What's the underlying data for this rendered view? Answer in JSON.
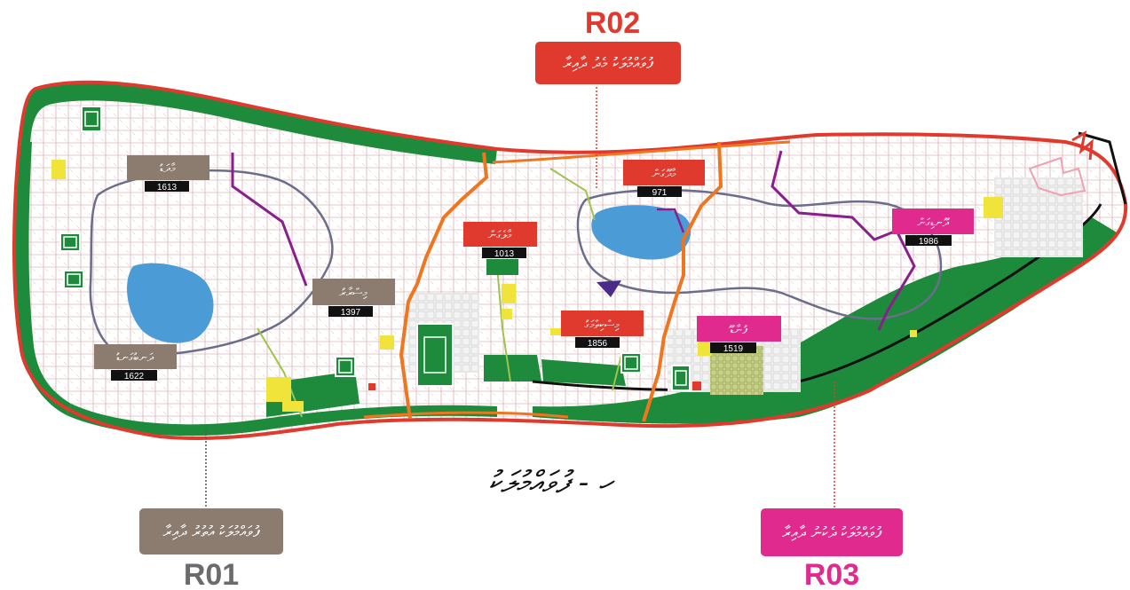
{
  "map_title": "ހ - ފުވައްމުލަކު",
  "regions": [
    {
      "code": "R01",
      "name": "ފުވައްމުލަކު އުތުރު ދާއިރާ",
      "color": "#8b7c6f"
    },
    {
      "code": "R02",
      "name": "ފުވައްމުލަކު މެދު ދާއިރާ",
      "color": "#e03a2e"
    },
    {
      "code": "R03",
      "name": "ފުވައްމުލަކު ދެކުނު ދާއިރާ",
      "color": "#e02a8e"
    }
  ],
  "wards": [
    {
      "name": "މާދަޑު",
      "number": "1613",
      "color": "#8b7c6f"
    },
    {
      "name": "މިސްރާރު",
      "number": "1397",
      "color": "#8b7c6f"
    },
    {
      "name": "ދަނބުގަނޑު",
      "number": "1622",
      "color": "#8b7c6f"
    },
    {
      "name": "މާލެގަން",
      "number": "1013",
      "color": "#e03a2e"
    },
    {
      "name": "މާދޫގަން",
      "number": "971",
      "color": "#e03a2e"
    },
    {
      "name": "މިސްކިތްމަގު",
      "number": "1856",
      "color": "#e03a2e"
    },
    {
      "name": "ފުނާޑޫ",
      "number": "1519",
      "color": "#e02a8e"
    },
    {
      "name": "ދޫނޑިގަން",
      "number": "1986",
      "color": "#e02a8e"
    }
  ],
  "map_colors": {
    "coast_outline": "#e03a2e",
    "vegetation": "#1e8a3c",
    "lake": "#4a9bd6",
    "road": "#b47a7a",
    "ward_boundary": "#f0751f",
    "path_purple": "#8a1e8c",
    "path_gray": "#6a6e8a"
  },
  "icons": [
    "park-icon",
    "facility-marker"
  ]
}
